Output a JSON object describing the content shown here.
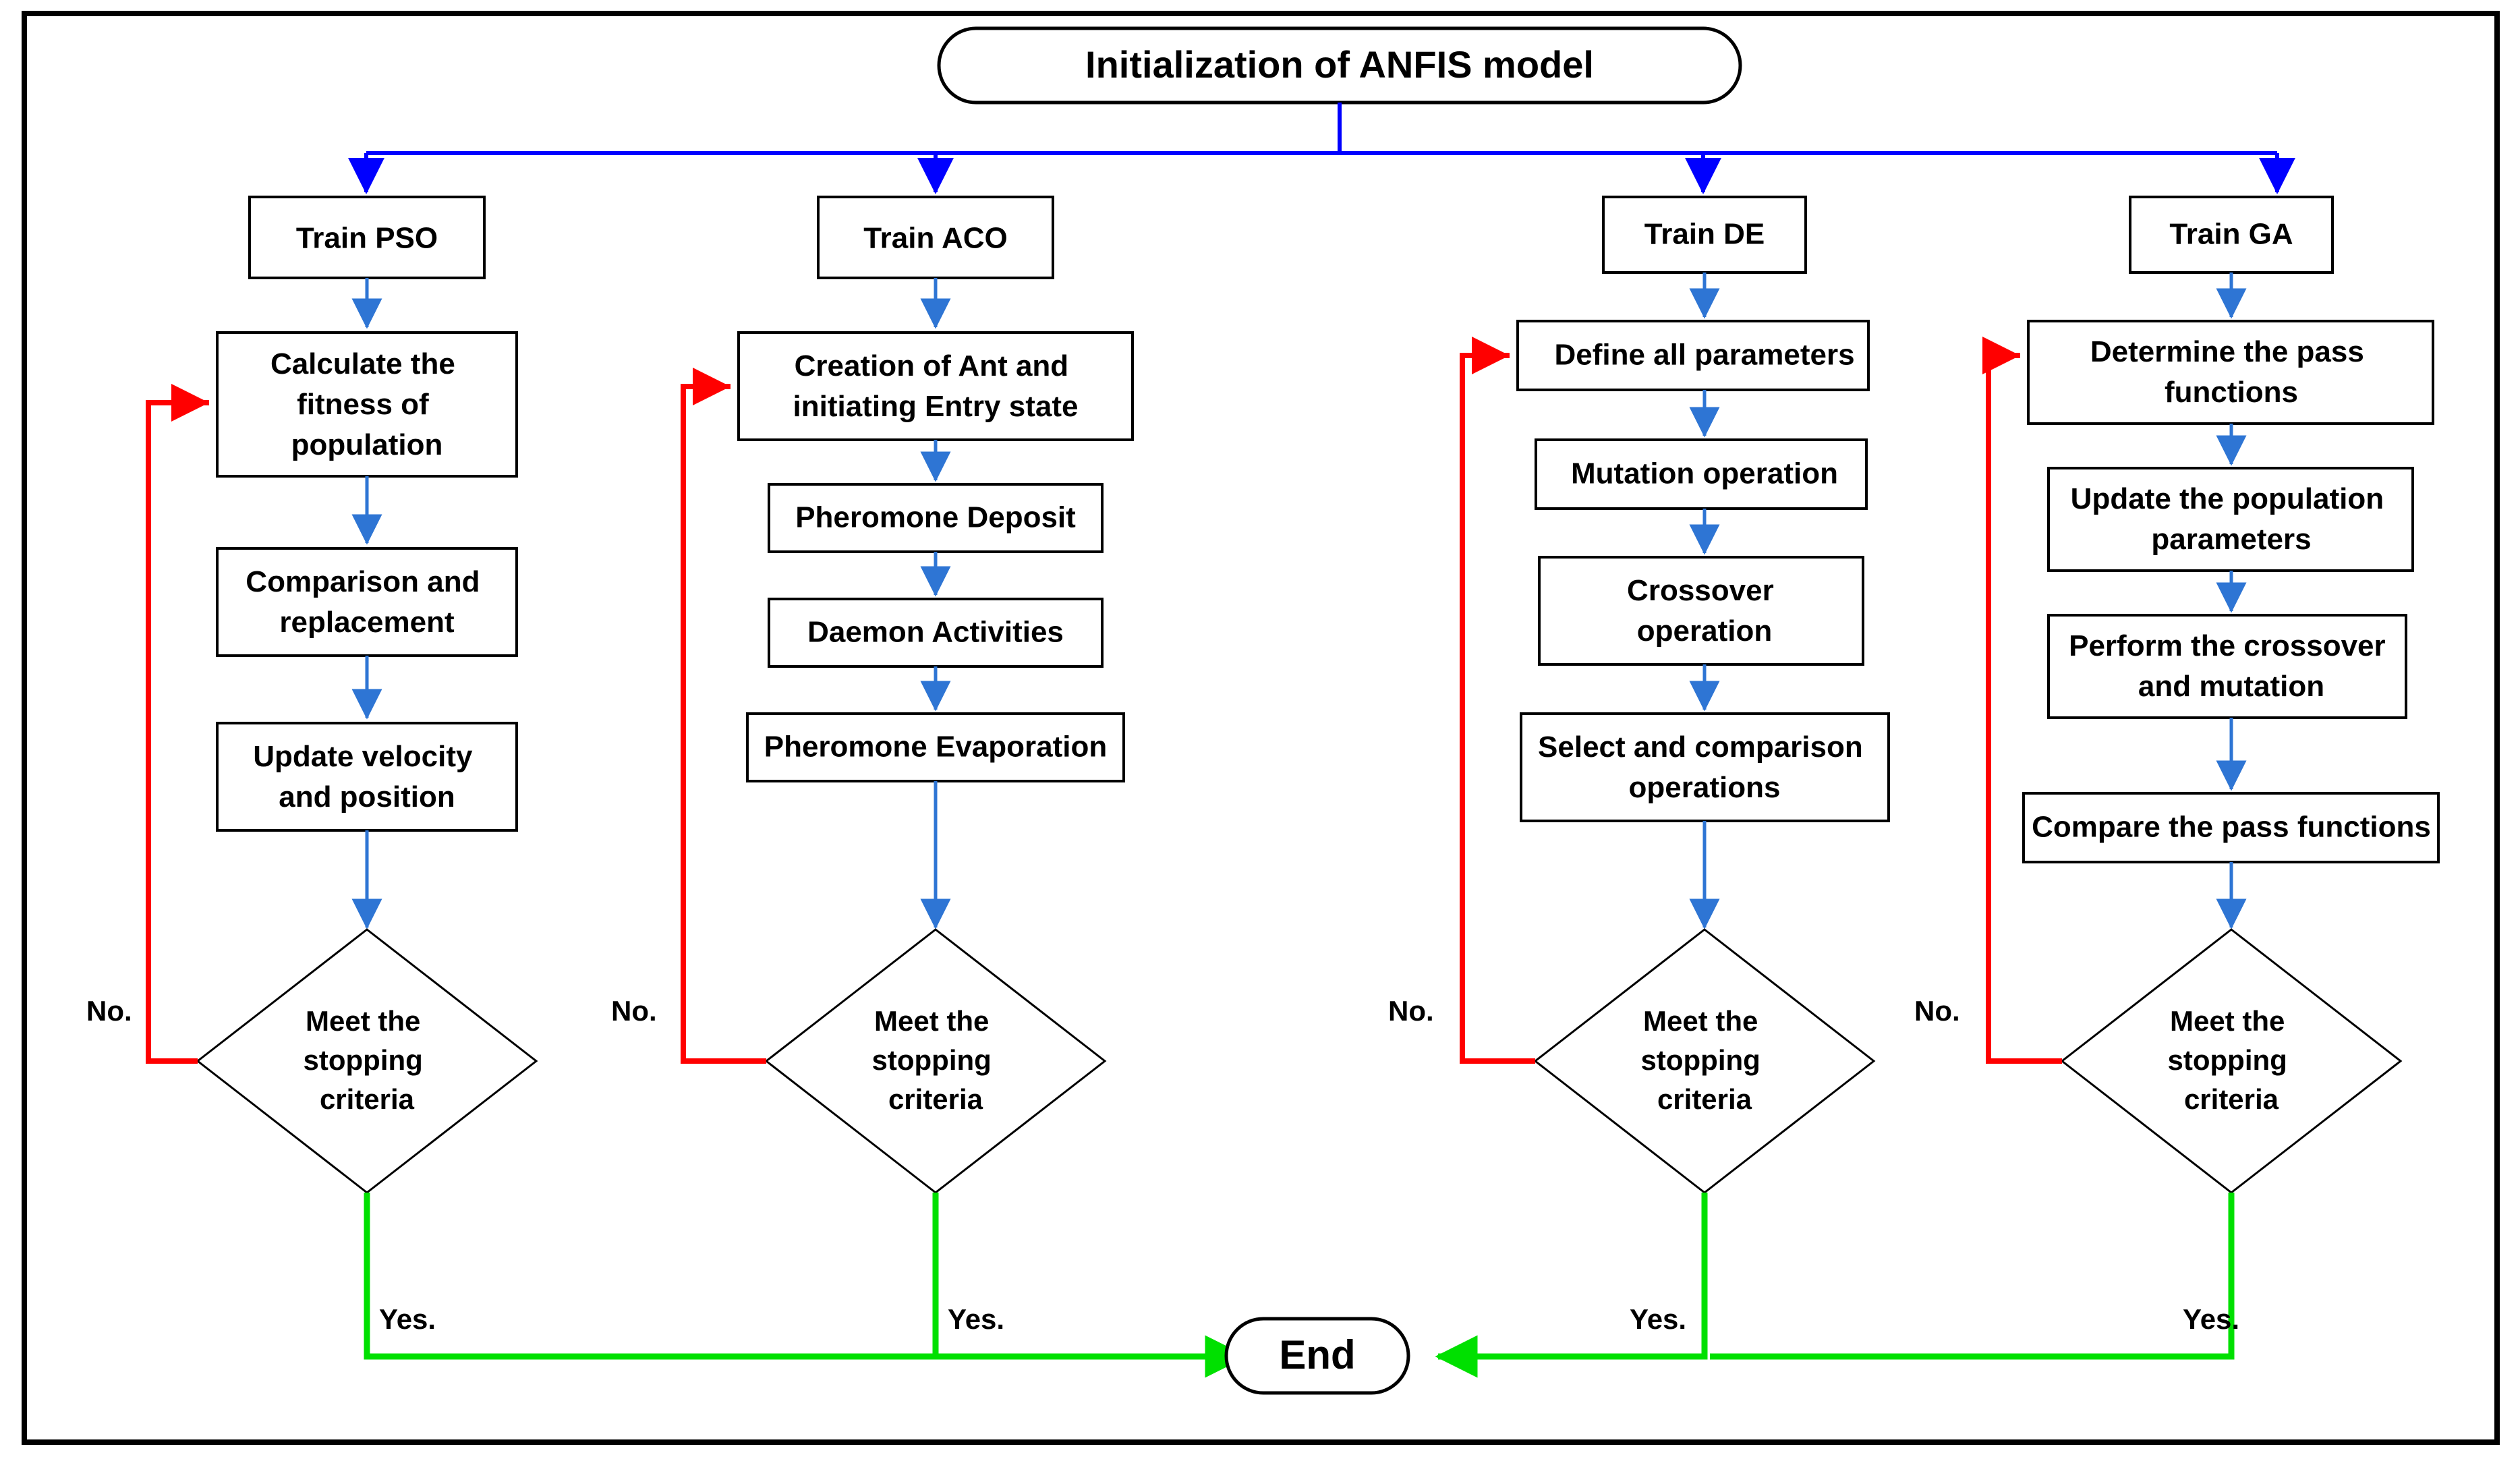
{
  "diagram": {
    "type": "flowchart",
    "title_node": "Initialization of ANFIS model",
    "end_node": "End",
    "edge_labels": {
      "no": "No.",
      "yes": "Yes."
    },
    "colors": {
      "fanout_edges": "#0000ff",
      "sequence_edges": "#2e75d4",
      "feedback_no_edges": "#ff0000",
      "yes_edges": "#00e000",
      "node_stroke": "#000000",
      "node_fill": "#ffffff",
      "frame": "#000000"
    },
    "branches": [
      {
        "id": "pso",
        "header": "Train PSO",
        "steps": [
          "Calculate the fitness of population",
          "Comparison and replacement",
          "Update velocity and position"
        ],
        "decision": "Meet the stopping criteria"
      },
      {
        "id": "aco",
        "header": "Train ACO",
        "steps": [
          "Creation of Ant and initiating Entry state",
          "Pheromone Deposit",
          "Daemon Activities",
          "Pheromone Evaporation"
        ],
        "decision": "Meet the stopping criteria"
      },
      {
        "id": "de",
        "header": "Train DE",
        "steps": [
          "Define all parameters",
          "Mutation operation",
          "Crossover operation",
          "Select and comparison operations"
        ],
        "decision": "Meet the stopping criteria"
      },
      {
        "id": "ga",
        "header": "Train GA",
        "steps": [
          "Determine the pass functions",
          "Update the population parameters",
          "Perform the crossover and mutation",
          "Compare the pass functions"
        ],
        "decision": "Meet the stopping criteria"
      }
    ]
  }
}
